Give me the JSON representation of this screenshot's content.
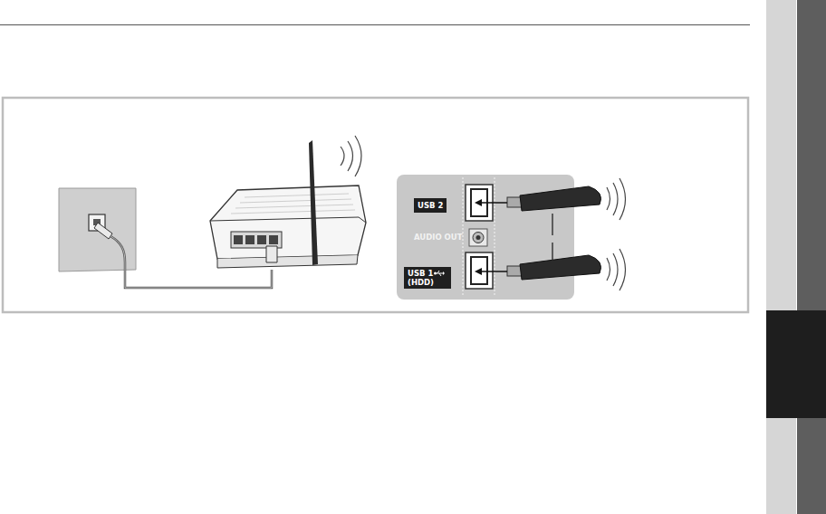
{
  "diagram": {
    "nodes": [
      {
        "text": [
          "USB 2"
        ]
      },
      {
        "text": [
          "USB 1 (HDD)"
        ]
      }
    ],
    "edges": [],
    "labels": [
      "AUDIO OUT"
    ]
  }
}
